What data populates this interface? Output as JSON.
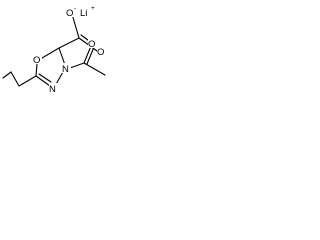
{
  "molecule": {
    "counterion": {
      "symbol": "Li",
      "charge": "+"
    },
    "atoms": {
      "carboxylate_o_minus": {
        "symbol": "O",
        "charge": "-"
      },
      "carboxyl_o": {
        "symbol": "O"
      },
      "ring_o": {
        "symbol": "O"
      },
      "ring_n_acyl": {
        "symbol": "N"
      },
      "ring_n_imine": {
        "symbol": "N"
      },
      "acetyl_o": {
        "symbol": "O"
      }
    }
  }
}
